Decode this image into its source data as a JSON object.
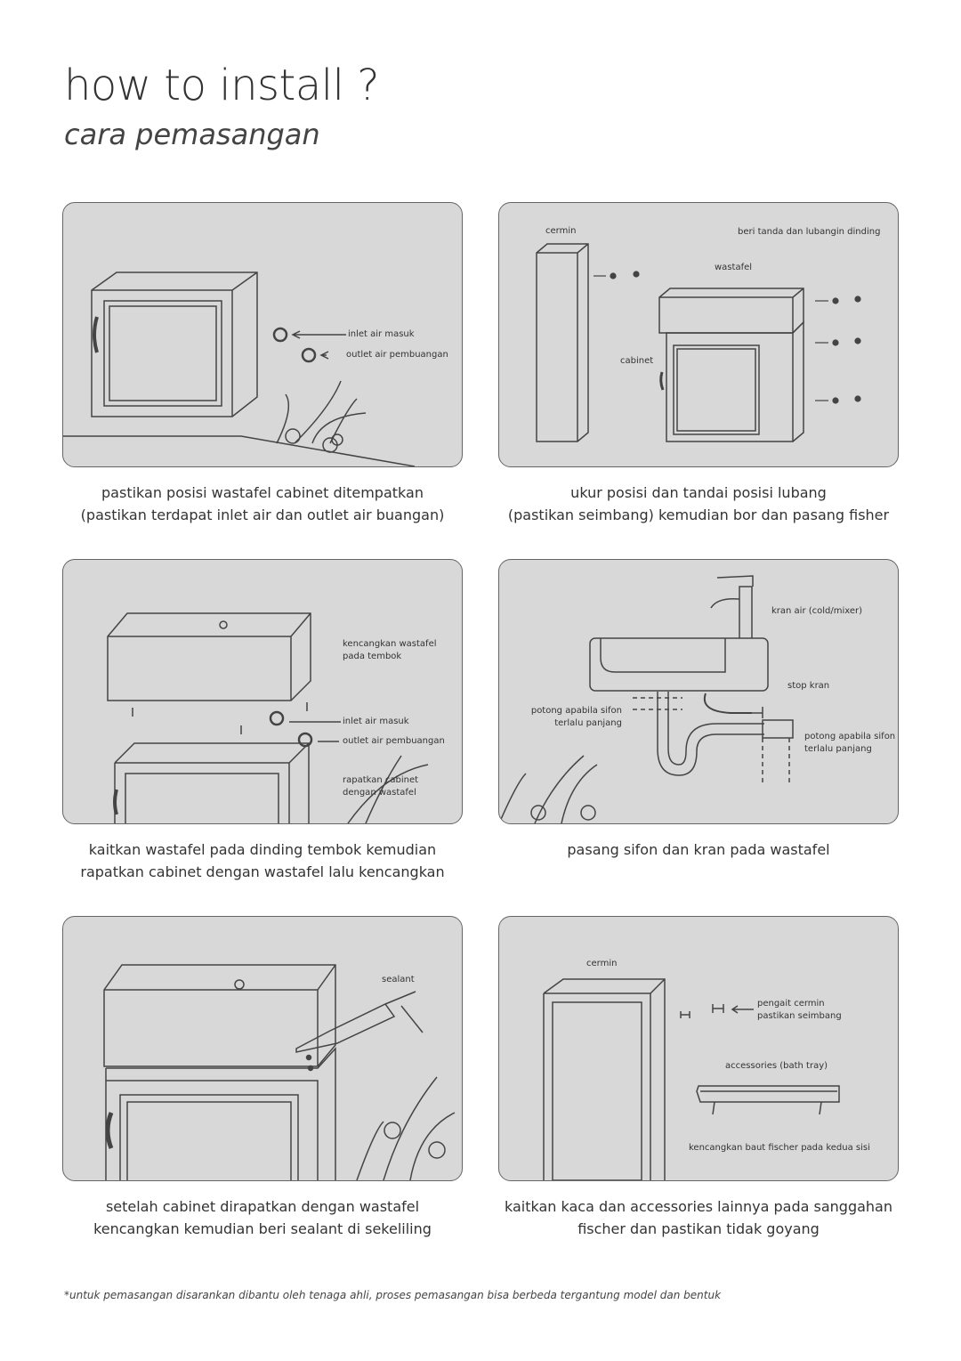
{
  "header": {
    "title": "how to install ?",
    "subtitle": "cara pemasangan"
  },
  "steps": [
    {
      "labels": [
        "inlet air masuk",
        "outlet air pembuangan"
      ],
      "caption": [
        "pastikan posisi wastafel cabinet ditempatkan",
        "(pastikan terdapat inlet air dan outlet air buangan)"
      ]
    },
    {
      "labels": [
        "cermin",
        "beri tanda dan lubangin dinding",
        "wastafel",
        "cabinet"
      ],
      "caption": [
        "ukur posisi dan tandai posisi lubang",
        "(pastikan seimbang) kemudian bor dan pasang fisher"
      ]
    },
    {
      "labels": [
        "kencangkan wastafel",
        "pada tembok",
        "inlet air masuk",
        "outlet air pembuangan",
        "rapatkan cabinet",
        "dengan wastafel"
      ],
      "caption": [
        "kaitkan wastafel pada dinding tembok kemudian",
        "rapatkan cabinet dengan wastafel lalu kencangkan"
      ]
    },
    {
      "labels": [
        "kran air (cold/mixer)",
        "stop kran",
        "potong apabila sifon",
        "terlalu panjang",
        "potong apabila sifon",
        "terlalu panjang"
      ],
      "caption": [
        "pasang sifon dan kran pada wastafel"
      ]
    },
    {
      "labels": [
        "sealant"
      ],
      "caption": [
        "setelah cabinet dirapatkan dengan wastafel",
        "kencangkan kemudian beri sealant di sekeliling"
      ]
    },
    {
      "labels": [
        "cermin",
        "pengait cermin",
        "pastikan seimbang",
        "accessories (bath tray)",
        "kencangkan baut fischer pada kedua sisi"
      ],
      "caption": [
        "kaitkan kaca dan accessories lainnya pada sanggahan",
        "fischer dan pastikan tidak goyang"
      ]
    }
  ],
  "footnote": "*untuk pemasangan disarankan dibantu oleh tenaga ahli, proses pemasangan bisa berbeda tergantung model dan bentuk",
  "colors": {
    "panel": "#d8d8d8",
    "line": "#444444",
    "text": "#333333"
  }
}
